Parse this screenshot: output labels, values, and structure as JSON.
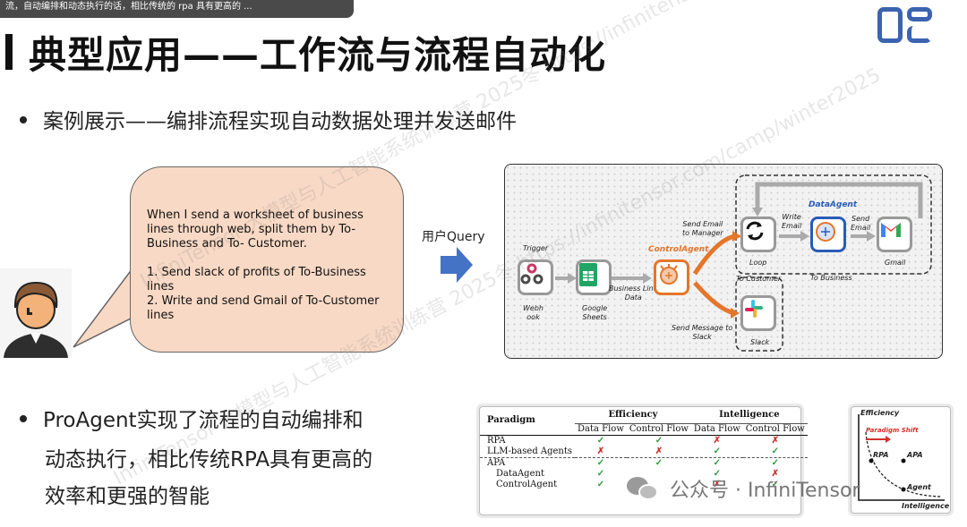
{
  "caption": "流，自动编排和动态执行的话，相比传统的 rpa 具有更高的 ...",
  "logo_alt": "启元",
  "title": "典型应用——工作流与流程自动化",
  "bullet1": "案例展示——编排流程实现自动数据处理并发送邮件",
  "speech": {
    "line1": "When I send a worksheet of business lines through web, split them by To-Business and To- Customer.",
    "item1": "1. Send slack of profits of To-Business lines",
    "item2": "2. Write and send Gmail of To-Customer lines"
  },
  "query_label": "用户Query",
  "workflow": {
    "trigger": "Trigger",
    "webhook": "Webh\nook",
    "google_sheets": "Google\nSheets",
    "control_agent": "ControlAgent",
    "business_line_data": "Business Line\nData",
    "send_email_to_manager": "Send Email\nto Manager",
    "loop": "Loop",
    "write_email": "Write\nEmail",
    "data_agent": "DataAgent",
    "send_email": "Send\nEmail",
    "gmail": "Gmail",
    "to_business": "To Business",
    "to_customer": "To Customer",
    "send_message_to_slack": "Send Message to\nSlack",
    "slack": "Slack"
  },
  "bullet2": {
    "line1": "ProAgent实现了流程的自动编排和",
    "line2": "动态执行，相比传统RPA具有更高的",
    "line3": "效率和更强的智能"
  },
  "table": {
    "paradigm": "Paradigm",
    "efficiency": "Efficiency",
    "intelligence": "Intelligence",
    "data_flow": "Data Flow",
    "control_flow": "Control Flow",
    "rows": [
      {
        "name": "RPA",
        "marks": [
          "✓",
          "✓",
          "✗",
          "✗"
        ]
      },
      {
        "name": "LLM-based Agents",
        "marks": [
          "✗",
          "✗",
          "✓",
          "✓"
        ]
      },
      {
        "name": "APA",
        "marks": [
          "✓",
          "✓",
          "✓",
          "✓"
        ]
      },
      {
        "name": "DataAgent",
        "marks": [
          "✓",
          "",
          "✓",
          "✗"
        ]
      },
      {
        "name": "ControlAgent",
        "marks": [
          "✓",
          "",
          "✗",
          "✓"
        ]
      }
    ]
  },
  "chart": {
    "efficiency": "Efficiency",
    "paradigm_shift": "Paradigm Shift",
    "rpa": "RPA",
    "apa": "APA",
    "agent": "Agent",
    "intelligence": "Intelligence"
  },
  "wechat_label": "公众号 · InfiniTensor",
  "watermark": "InfiniTensor 大模型与人工智能系统训练营 2025冬 https://infinitensor.com/camp/winter2025",
  "colors": {
    "accent_blue": "#3b63b0",
    "speech_bg": "#f8d9c5",
    "orange": "#e4762b",
    "check_green": "#2f9a3b",
    "cross_red": "#d3302a"
  }
}
